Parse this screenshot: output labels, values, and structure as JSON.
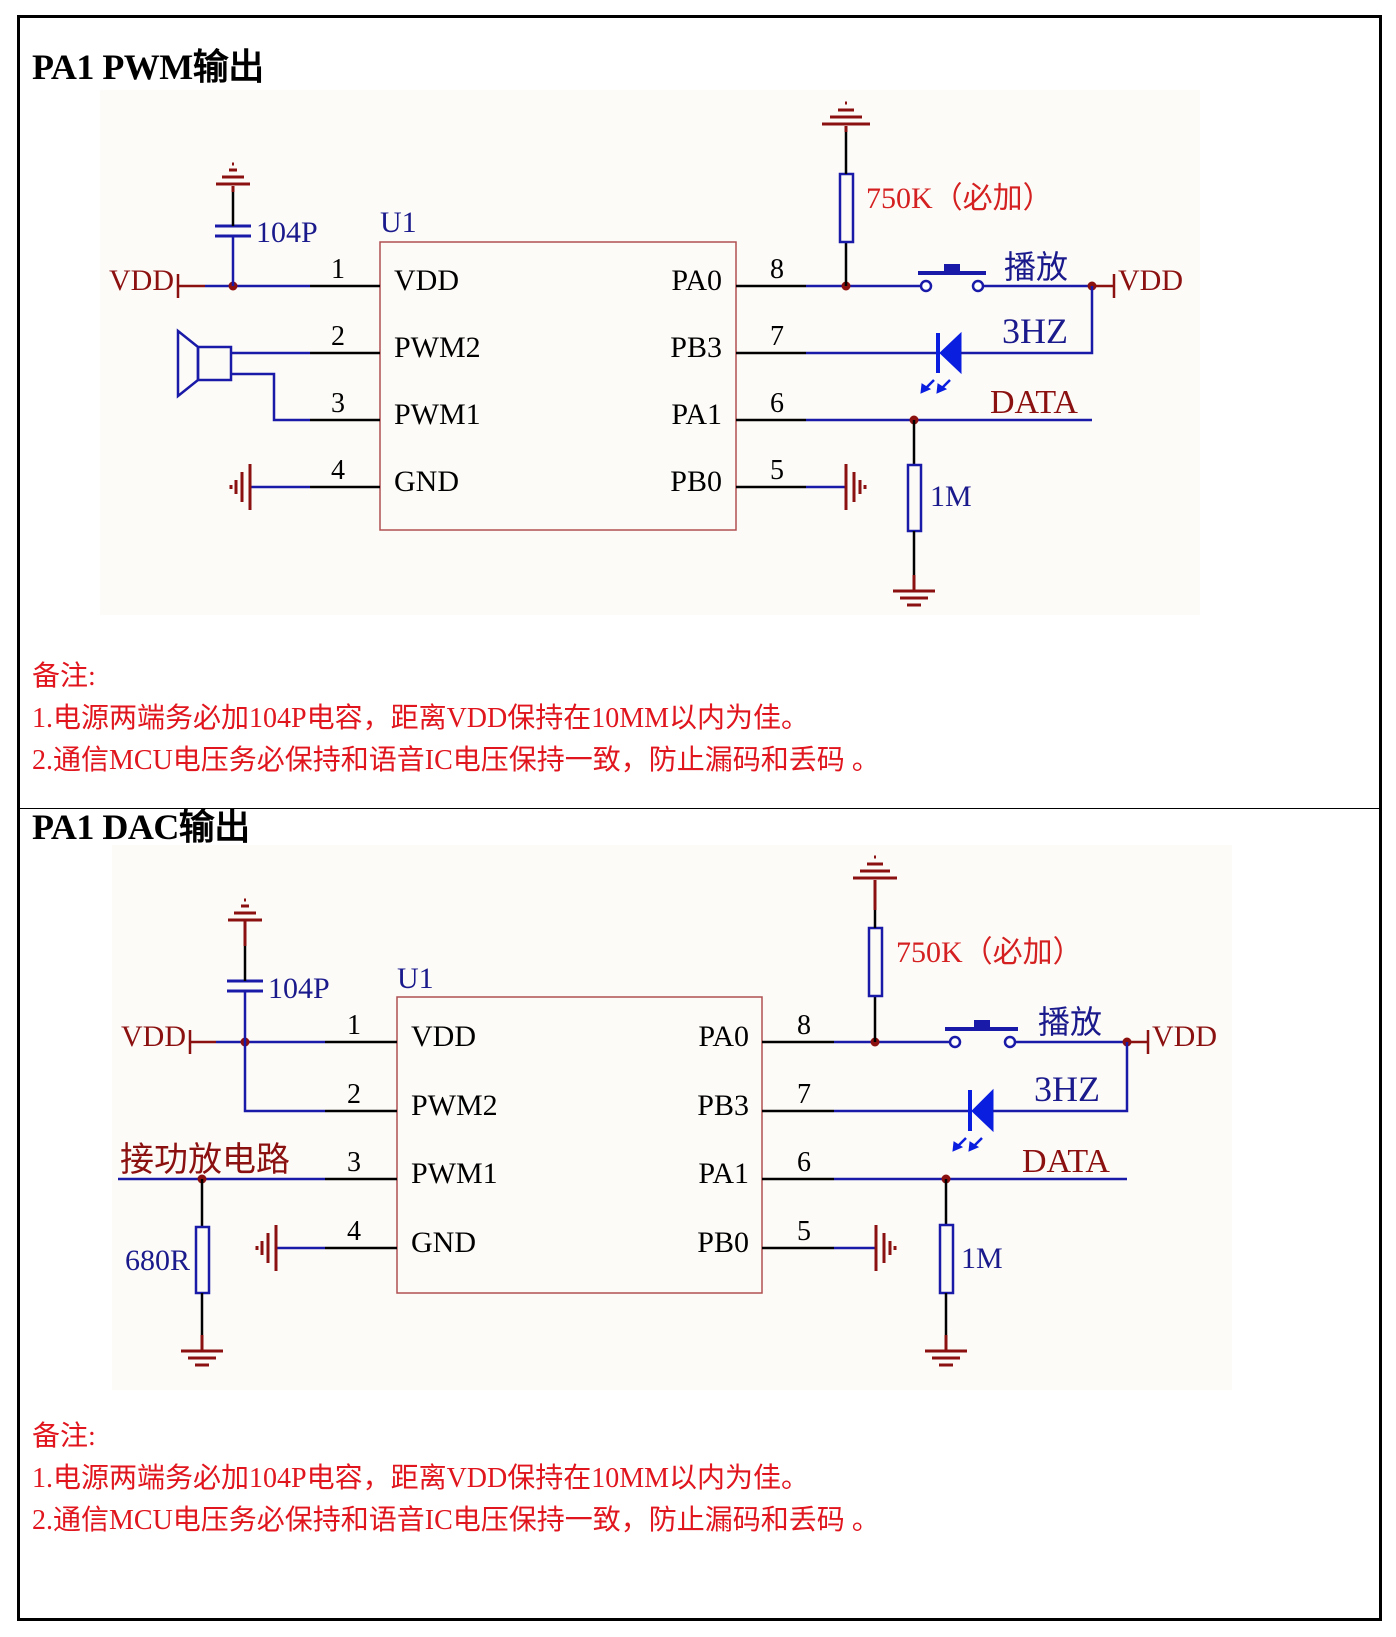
{
  "sections": [
    {
      "title": "PA1 PWM输出",
      "chip": {
        "ref": "U1",
        "left_pins": [
          {
            "num": "1",
            "name": "VDD"
          },
          {
            "num": "2",
            "name": "PWM2"
          },
          {
            "num": "3",
            "name": "PWM1"
          },
          {
            "num": "4",
            "name": "GND"
          }
        ],
        "right_pins": [
          {
            "num": "8",
            "name": "PA0"
          },
          {
            "num": "7",
            "name": "PB3"
          },
          {
            "num": "6",
            "name": "PA1"
          },
          {
            "num": "5",
            "name": "PB0"
          }
        ]
      },
      "labels": {
        "vdd_left": "VDD",
        "vdd_right": "VDD",
        "cap": "104P",
        "pullup": "750K（必加）",
        "button": "播放",
        "led": "3HZ",
        "data": "DATA",
        "pulldown": "1M"
      },
      "notes": {
        "heading": "备注:",
        "items": [
          "1.电源两端务必加104P电容，距离VDD保持在10MM以内为佳。",
          "2.通信MCU电压务必保持和语音IC电压保持一致，防止漏码和丢码 。"
        ]
      }
    },
    {
      "title": "PA1 DAC输出",
      "chip": {
        "ref": "U1",
        "left_pins": [
          {
            "num": "1",
            "name": "VDD"
          },
          {
            "num": "2",
            "name": "PWM2"
          },
          {
            "num": "3",
            "name": "PWM1"
          },
          {
            "num": "4",
            "name": "GND"
          }
        ],
        "right_pins": [
          {
            "num": "8",
            "name": "PA0"
          },
          {
            "num": "7",
            "name": "PB3"
          },
          {
            "num": "6",
            "name": "PA1"
          },
          {
            "num": "5",
            "name": "PB0"
          }
        ]
      },
      "labels": {
        "vdd_left": "VDD",
        "vdd_right": "VDD",
        "cap": "104P",
        "pullup": "750K（必加）",
        "button": "播放",
        "led": "3HZ",
        "data": "DATA",
        "pulldown": "1M",
        "amp": "接功放电路",
        "amp_res": "680R"
      },
      "notes": {
        "heading": "备注:",
        "items": [
          "1.电源两端务必加104P电容，距离VDD保持在10MM以内为佳。",
          "2.通信MCU电压务必保持和语音IC电压保持一致，防止漏码和丢码 。"
        ]
      }
    }
  ],
  "colors": {
    "wire_blue": "#1a1aa8",
    "wire_black": "#000000",
    "power_red": "#8b1010",
    "chip_border": "#b05050",
    "label_blue": "#1a1a8c",
    "note_red": "#e0151d",
    "led_blue": "#0a1ee0"
  }
}
